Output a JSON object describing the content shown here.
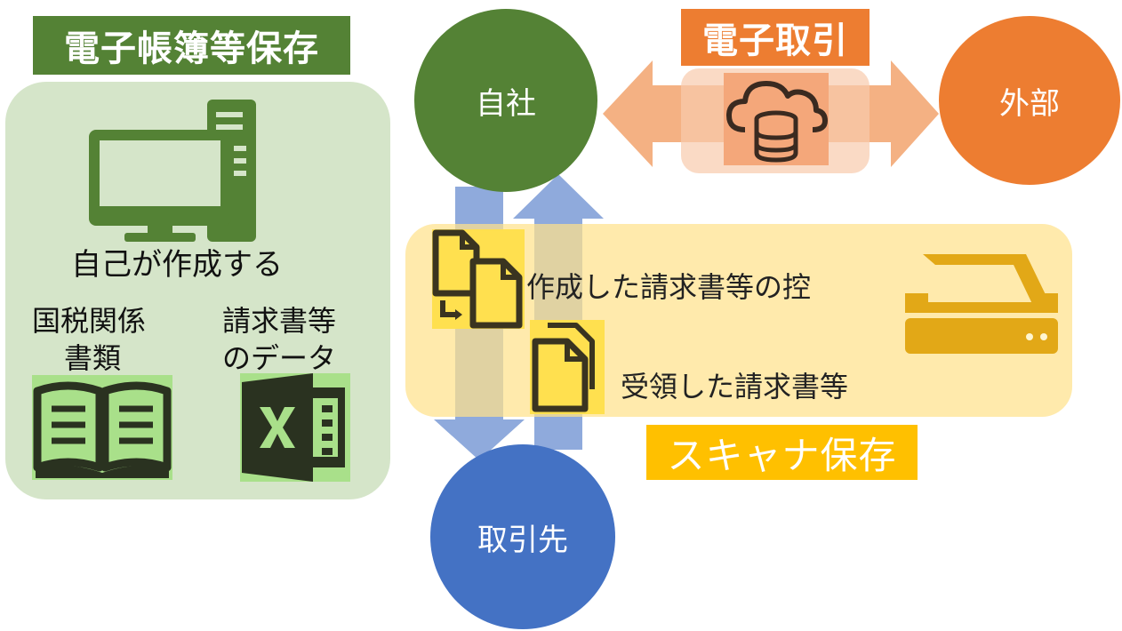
{
  "colors": {
    "green_dark": "#548235",
    "green_light": "#D5E5C9",
    "green_accent": "#A9E08A",
    "orange": "#ED7D31",
    "orange_light": "#F8CBAD",
    "blue": "#4472C4",
    "blue_arrow": "#8FAADC",
    "yellow": "#FFC000",
    "yellow_light": "#FFEBB0",
    "yellow_doc": "#FFE04F",
    "dark": "#2A3220"
  },
  "electronic_books": {
    "title": "電子帳簿等保存",
    "self_created": "自己が作成する",
    "tax_docs_line1": "国税関係",
    "tax_docs_line2": "書類",
    "invoice_data_line1": "請求書等",
    "invoice_data_line2": "のデータ",
    "icons": [
      "computer-icon",
      "book-icon",
      "excel-icon"
    ]
  },
  "nodes": {
    "own_company": "自社",
    "external": "外部",
    "client": "取引先"
  },
  "electronic_transaction": {
    "title": "電子取引",
    "icon": "cloud-database-icon"
  },
  "scanner": {
    "title": "スキャナ保存",
    "created_copy": "作成した請求書等の控",
    "received": "受領した請求書等",
    "icons": [
      "document-copy-icon",
      "documents-icon",
      "scanner-icon"
    ]
  }
}
